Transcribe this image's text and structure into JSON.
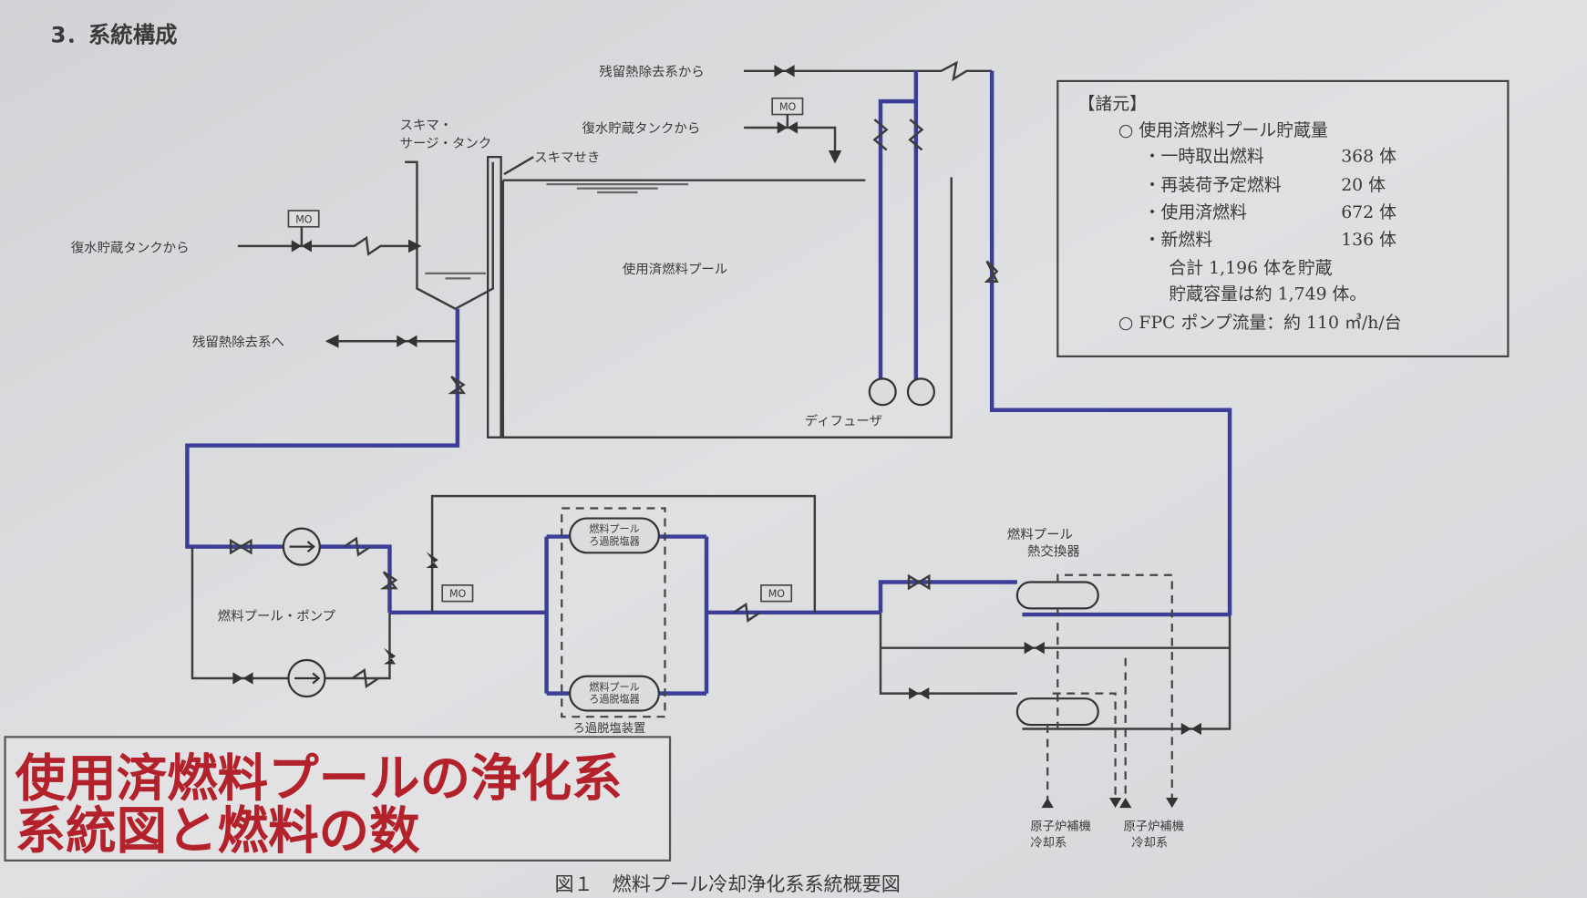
{
  "heading": "3．系統構成",
  "labels": {
    "rhr_from": "残留熱除去系から",
    "cst_from_1": "復水貯蔵タンクから",
    "cst_from_2": "復水貯蔵タンクから",
    "skimmer_tank_1": "スキマ・",
    "skimmer_tank_2": "サージ・タンク",
    "skimmer_weir": "スキマせき",
    "spent_fuel_pool": "使用済燃料プール",
    "rhr_to": "残留熱除去系へ",
    "diffuser": "ディフューザ",
    "pool_pump": "燃料プール・ポンプ",
    "filter_1a": "燃料プール",
    "filter_1b": "ろ過脱塩器",
    "filter_2a": "燃料プール",
    "filter_2b": "ろ過脱塩器",
    "filter_unit": "ろ過脱塩装置",
    "hx_1": "燃料プール",
    "hx_2": "熱交換器",
    "ccw_1a": "原子炉補機",
    "ccw_1b": "冷却系",
    "ccw_2a": "原子炉補機",
    "ccw_2b": "冷却系",
    "mo": "MO"
  },
  "specs": {
    "title": "【諸元】",
    "storage_title": "○ 使用済燃料プール貯蔵量",
    "items": [
      {
        "label": "・一時取出燃料",
        "value": "368 体"
      },
      {
        "label": "・再装荷予定燃料",
        "value": "20 体"
      },
      {
        "label": "・使用済燃料",
        "value": "672 体"
      },
      {
        "label": "・新燃料",
        "value": "136 体"
      }
    ],
    "total": "合計 1,196 体を貯蔵",
    "capacity": "貯蔵容量は約 1,749 体。",
    "pump_flow": "○ FPC ポンプ流量：約 110 ㎥/h/台"
  },
  "caption": "図１　燃料プール冷却浄化系系統概要図",
  "overlay": {
    "line1": "使用済燃料プールの浄化系",
    "line2": "系統図と燃料の数"
  },
  "colors": {
    "pipe_blue": "#3c3f98",
    "overlay_red": "#b3212b"
  }
}
